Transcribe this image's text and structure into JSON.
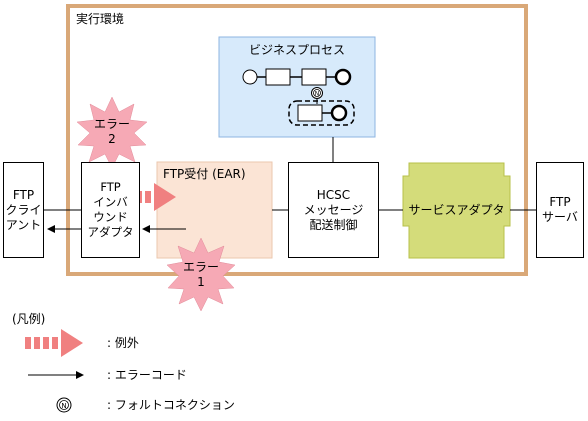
{
  "environment": {
    "label": "実行環境",
    "border_color": "#D9A878"
  },
  "business_process": {
    "label": "ビジネスプロセス",
    "fill": "#D7EAFB",
    "stroke": "#8DB4E2"
  },
  "ftp_client": {
    "label": "FTP\nクライ\nアント"
  },
  "ftp_inbound_adapter": {
    "label": "FTP\nインバ\nウンド\nアダプタ"
  },
  "ftp_reception": {
    "label": "FTP受付 (EAR)",
    "fill": "#FBE4D5",
    "stroke": "#EBC7AE"
  },
  "hcsc_messaging": {
    "label": "HCSC\nメッセージ\n配送制御"
  },
  "service_adapter": {
    "label": "サービスアダプタ",
    "fill": "#D4DC7A",
    "stroke": "#B7C04A"
  },
  "ftp_server": {
    "label": "FTP\nサーバ"
  },
  "error_1": {
    "label": "エラー\n1"
  },
  "error_2": {
    "label": "エラー\n2"
  },
  "burst_color": "#F6A9B5",
  "exception_arrow_color": "#F08080",
  "legend": {
    "title": "(凡例)",
    "exception": ": 例外",
    "error_code": ": エラーコード",
    "fault_connection": ": フォルトコネクション"
  }
}
